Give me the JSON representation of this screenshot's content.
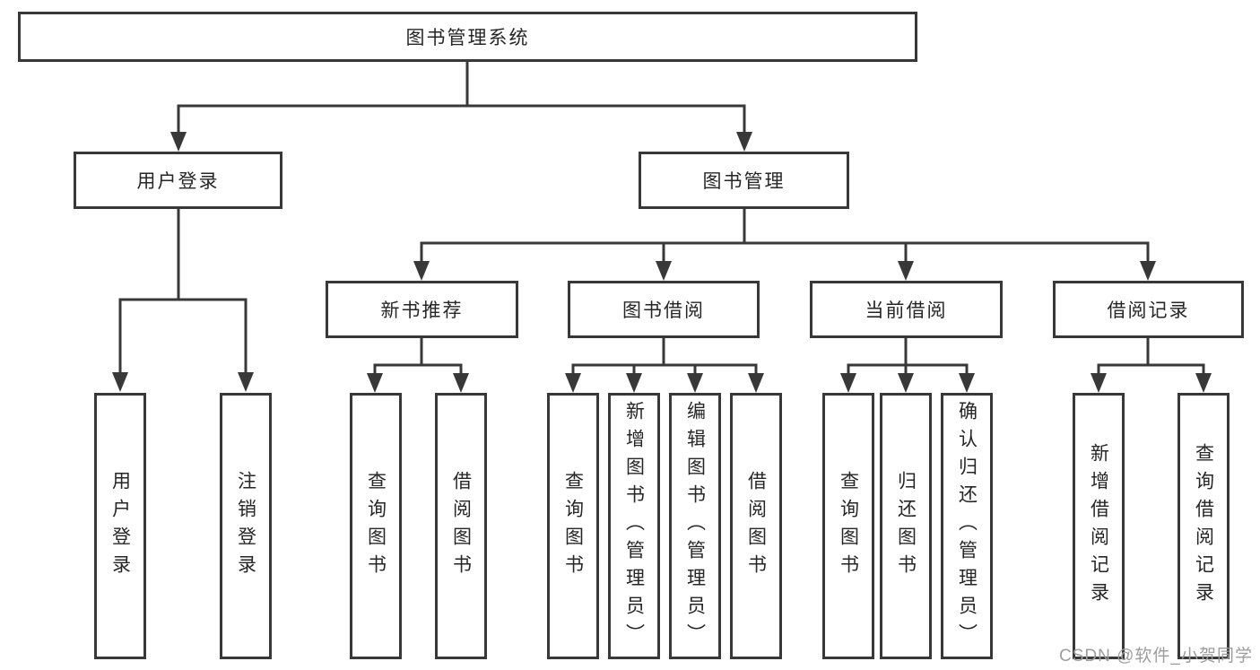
{
  "tree": {
    "label": "图书管理系统",
    "children": [
      {
        "label": "用户登录",
        "children": [
          {
            "label": "用户登录"
          },
          {
            "label": "注销登录"
          }
        ]
      },
      {
        "label": "图书管理",
        "children": [
          {
            "label": "新书推荐",
            "children": [
              {
                "label": "查询图书"
              },
              {
                "label": "借阅图书"
              }
            ]
          },
          {
            "label": "图书借阅",
            "children": [
              {
                "label": "查询图书"
              },
              {
                "label": "新增图书（管理员）"
              },
              {
                "label": "编辑图书（管理员）"
              },
              {
                "label": "借阅图书"
              }
            ]
          },
          {
            "label": "当前借阅",
            "children": [
              {
                "label": "查询图书"
              },
              {
                "label": "归还图书"
              },
              {
                "label": "确认归还（管理员）"
              }
            ]
          },
          {
            "label": "借阅记录",
            "children": [
              {
                "label": "新增借阅记录"
              },
              {
                "label": "查询借阅记录"
              }
            ]
          }
        ]
      }
    ]
  },
  "watermark": {
    "text": "CSDN @软件_小贺同学"
  },
  "colors": {
    "line": "#383838",
    "text": "#262626",
    "bg": "#ffffff",
    "watermark": "#9d9d9d"
  }
}
